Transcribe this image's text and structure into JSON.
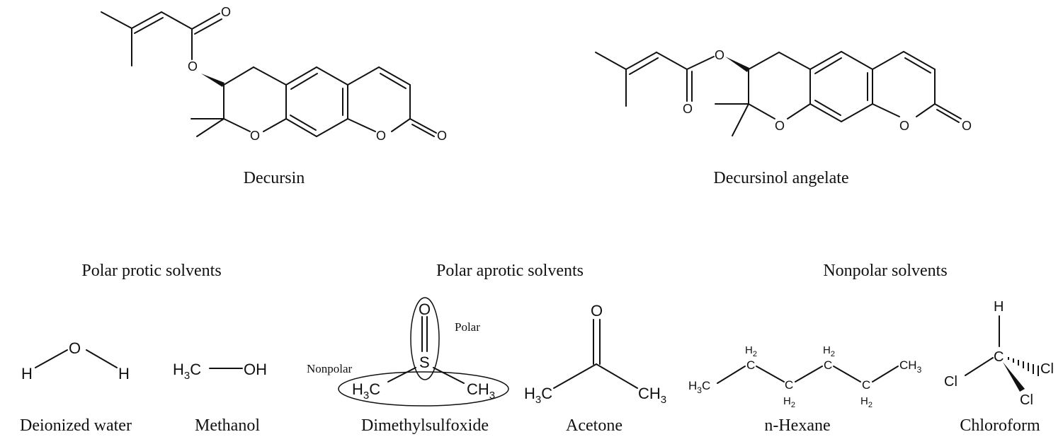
{
  "compounds": {
    "decursin": {
      "name": "Decursin"
    },
    "decursinol_angelate": {
      "name": "Decursinol angelate"
    }
  },
  "atoms": {
    "O": "O",
    "H": "H",
    "S": "S",
    "Cl": "Cl",
    "OH": "OH",
    "H3C_main": "H",
    "sub3": "3",
    "C": "C",
    "CH": "CH",
    "H2_main": "H",
    "sub2": "2"
  },
  "groups": {
    "polar_protic": {
      "title": "Polar protic solvents",
      "solvents": [
        "Deionized water",
        "Methanol"
      ]
    },
    "polar_aprotic": {
      "title": "Polar aprotic solvents",
      "solvents": [
        "Dimethylsulfoxide",
        "Acetone"
      ],
      "annotations": {
        "polar": "Polar",
        "nonpolar": "Nonpolar"
      }
    },
    "nonpolar": {
      "title": "Nonpolar solvents",
      "solvents": [
        "n-Hexane",
        "Chloroform"
      ]
    }
  }
}
